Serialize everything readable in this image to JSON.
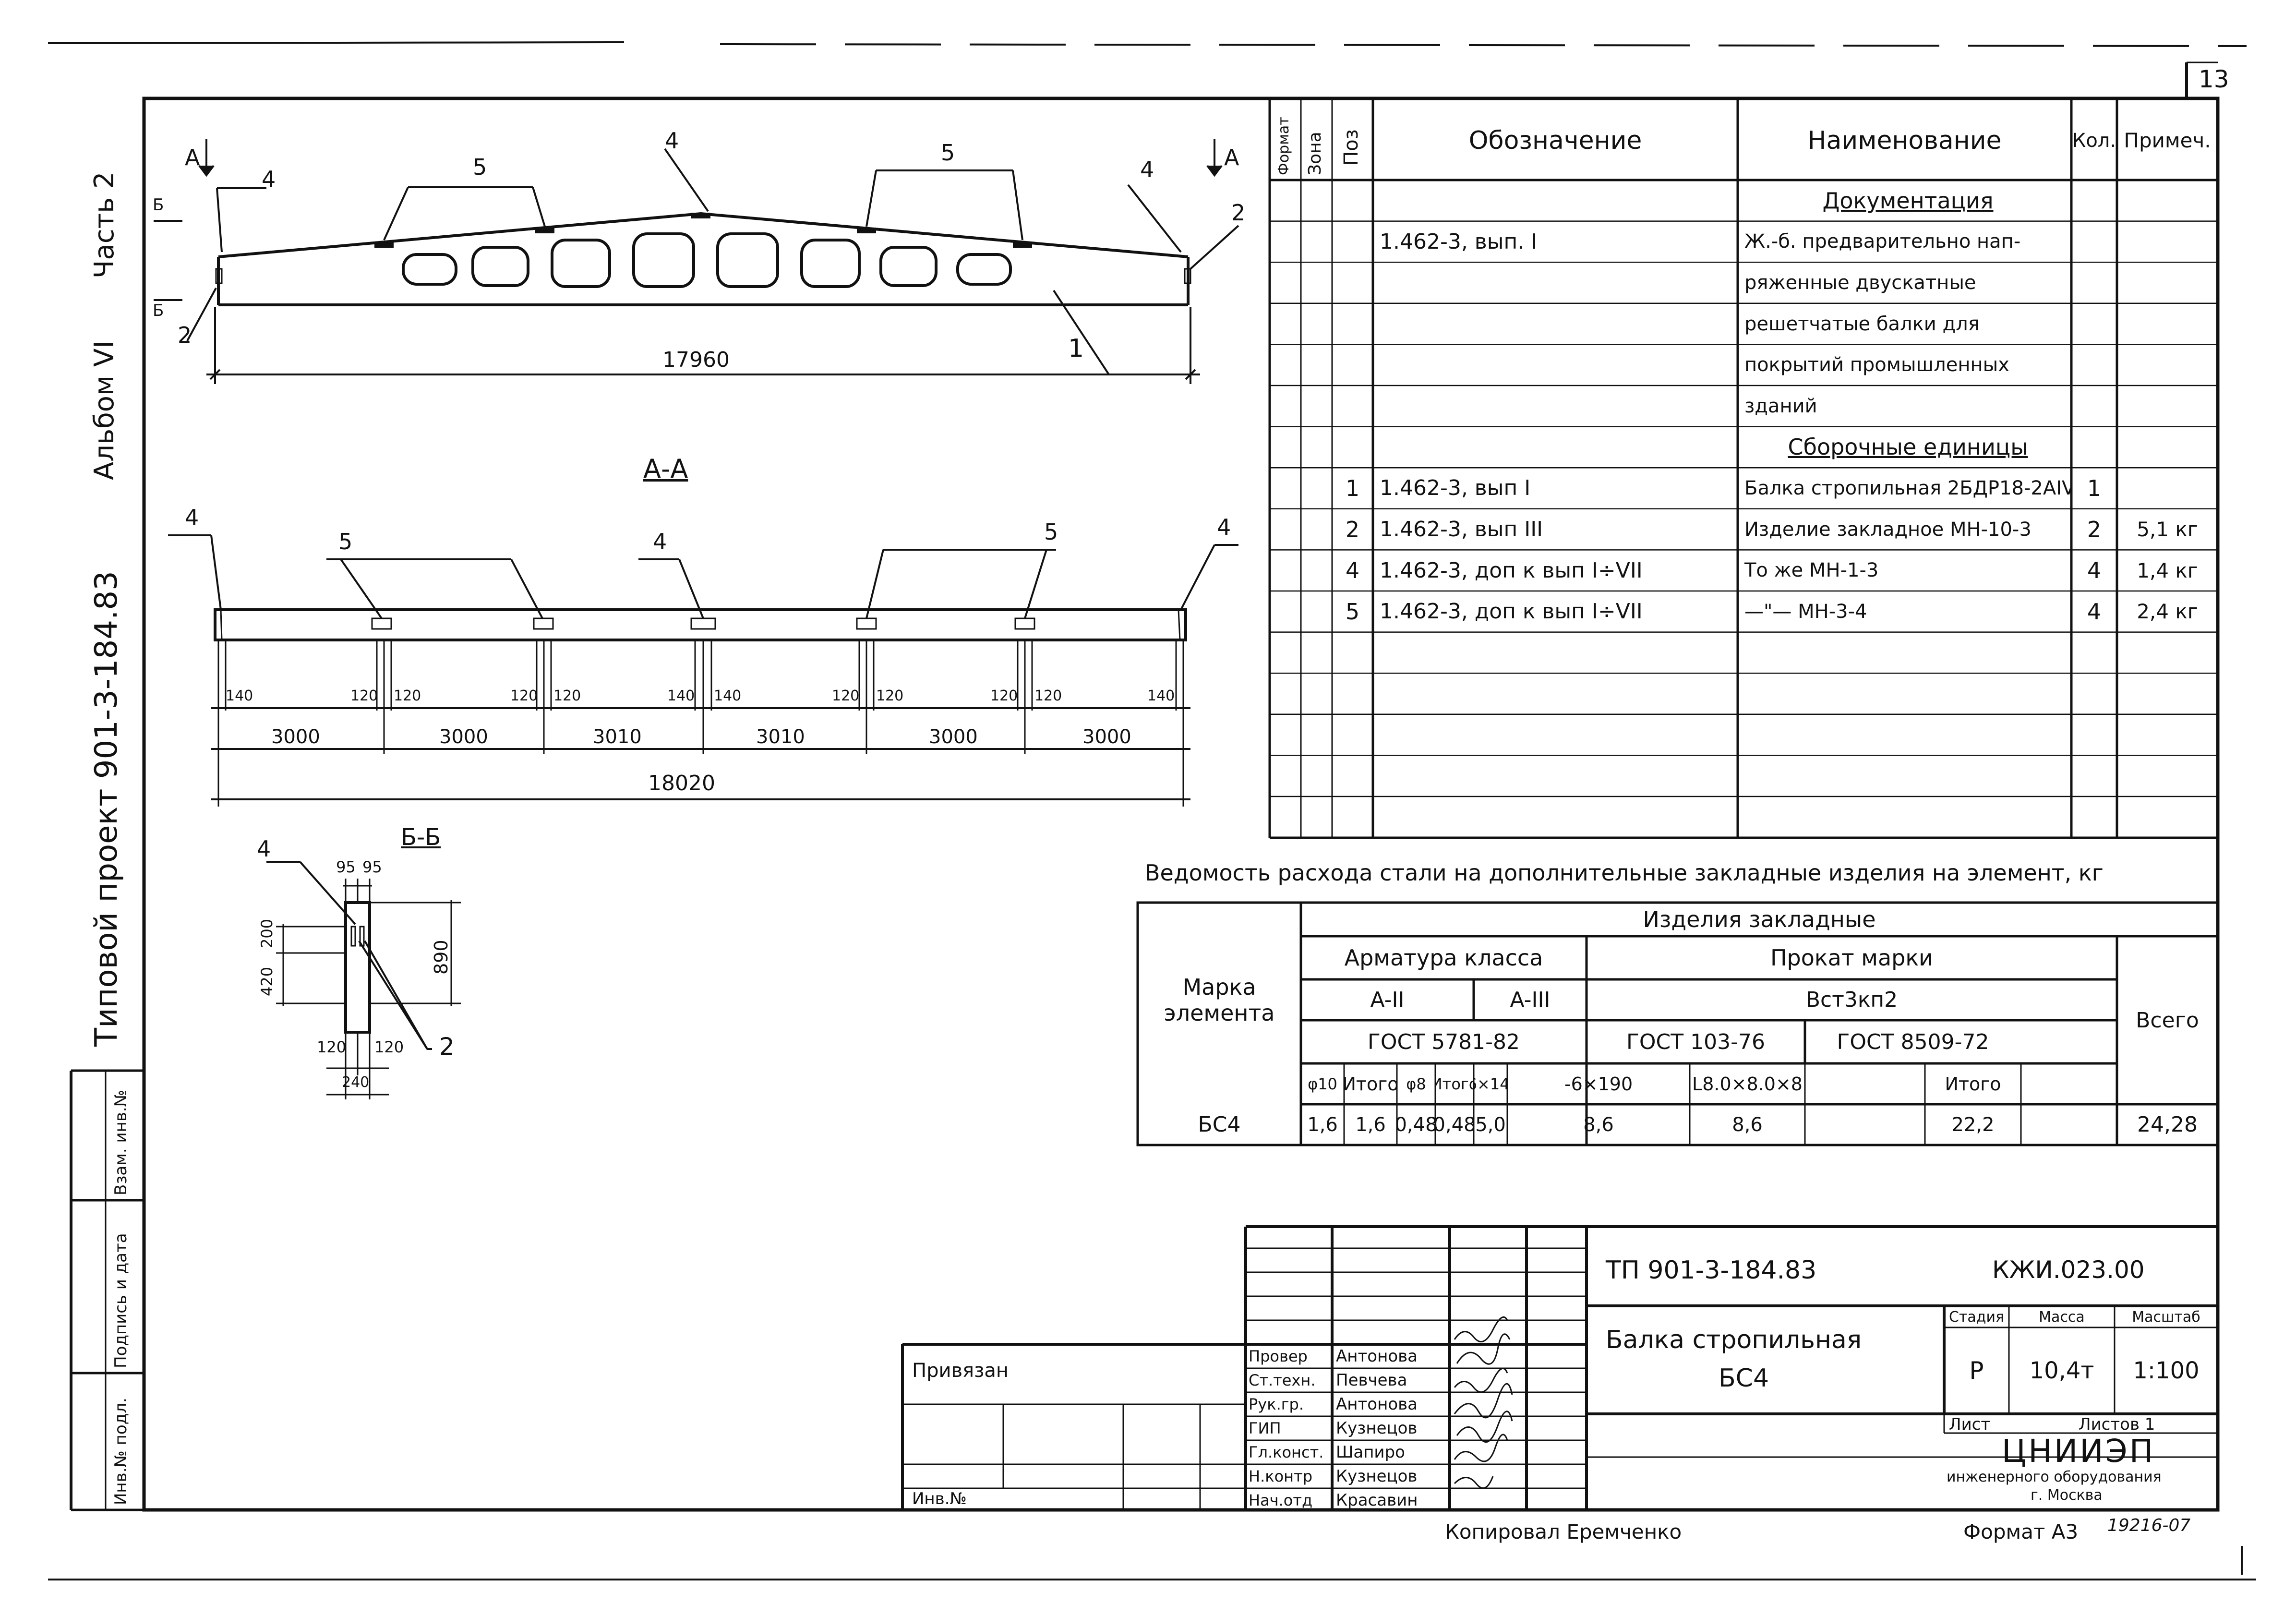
{
  "sheet_number": "13",
  "side_strip": {
    "part": "Часть 2",
    "album": "Альбом VI",
    "project": "Типовой проект 901-3-184.83",
    "cells": [
      "Взам. инв.№",
      "Подпись и дата",
      "Инв.№ подл."
    ]
  },
  "elevation": {
    "section_mark": "А",
    "mark_b": "Б",
    "length": "17960",
    "positions": [
      "4",
      "5",
      "4",
      "5",
      "4",
      "2",
      "2",
      "1"
    ]
  },
  "section_aa": {
    "title": "А-А",
    "labels": [
      "4",
      "5",
      "4",
      "5",
      "4"
    ],
    "small_dims": [
      "140",
      "120",
      "120",
      "120",
      "120",
      "140",
      "140",
      "120",
      "120",
      "120",
      "120",
      "140"
    ],
    "spans": [
      "3000",
      "3000",
      "3010",
      "3010",
      "3000",
      "3000"
    ],
    "total": "18020"
  },
  "section_bb": {
    "title": "Б-Б",
    "label_4": "4",
    "label_2": "2",
    "top_dims": [
      "95",
      "95"
    ],
    "dim_200": "200",
    "dim_420": "420",
    "dim_890": "890",
    "bottom_dims": [
      "120",
      "120"
    ],
    "width": "240"
  },
  "spec_table": {
    "headers": {
      "format": "Формат",
      "zone": "Зона",
      "pos": "Поз",
      "designation": "Обозначение",
      "name": "Наименование",
      "qty": "Кол.",
      "note": "Примеч."
    },
    "rows": [
      {
        "pos": "",
        "designation": "",
        "name": "Документация",
        "qty": "",
        "note": "",
        "underline": true
      },
      {
        "pos": "",
        "designation": "1.462-3, вып. I",
        "name": "Ж.-б. предварительно нап-",
        "qty": "",
        "note": ""
      },
      {
        "pos": "",
        "designation": "",
        "name": "ряженные двускатные",
        "qty": "",
        "note": ""
      },
      {
        "pos": "",
        "designation": "",
        "name": "решетчатые балки для",
        "qty": "",
        "note": ""
      },
      {
        "pos": "",
        "designation": "",
        "name": "покрытий промышленных",
        "qty": "",
        "note": ""
      },
      {
        "pos": "",
        "designation": "",
        "name": "зданий",
        "qty": "",
        "note": ""
      },
      {
        "pos": "",
        "designation": "",
        "name": "Сборочные единицы",
        "qty": "",
        "note": "",
        "underline": true
      },
      {
        "pos": "1",
        "designation": "1.462-3, вып I",
        "name": "Балка стропильная 2БДР18-2АIV",
        "qty": "1",
        "note": ""
      },
      {
        "pos": "2",
        "designation": "1.462-3, вып III",
        "name": "Изделие закладное МН-10-3",
        "qty": "2",
        "note": "5,1 кг"
      },
      {
        "pos": "4",
        "designation": "1.462-3, доп к вып I÷VII",
        "name": "То же МН-1-3",
        "qty": "4",
        "note": "1,4 кг"
      },
      {
        "pos": "5",
        "designation": "1.462-3, доп к вып I÷VII",
        "name": "—\"— МН-3-4",
        "qty": "4",
        "note": "2,4 кг"
      },
      {
        "pos": "",
        "designation": "",
        "name": "",
        "qty": "",
        "note": ""
      },
      {
        "pos": "",
        "designation": "",
        "name": "",
        "qty": "",
        "note": ""
      },
      {
        "pos": "",
        "designation": "",
        "name": "",
        "qty": "",
        "note": ""
      },
      {
        "pos": "",
        "designation": "",
        "name": "",
        "qty": "",
        "note": ""
      },
      {
        "pos": "",
        "designation": "",
        "name": "",
        "qty": "",
        "note": ""
      }
    ]
  },
  "steel_table": {
    "title": "Ведомость расхода стали на дополнительные закладные изделия на элемент, кг",
    "mark_header": "Марка элемента",
    "group_header": "Изделия закладные",
    "rebar_header": "Арматура класса",
    "rolled_header": "Прокат марки",
    "a2": "A-II",
    "a3": "A-III",
    "steel_grade": "Вст3кп2",
    "gost1": "ГОСТ 5781-82",
    "gost2": "ГОСТ 103-76",
    "gost3": "ГОСТ 8509-72",
    "total_header": "Всего",
    "sub_headers": [
      "φ10",
      "Итого",
      "φ8",
      "Итого",
      "-6×140",
      "-6×190",
      "L8.0×8.0×8",
      "",
      "Итого"
    ],
    "row": {
      "mark": "БС4",
      "values": [
        "1,6",
        "1,6",
        "0,48",
        "0,48",
        "5,0",
        "8,6",
        "8,6",
        "",
        "22,2"
      ],
      "total": "24,28"
    }
  },
  "title_block": {
    "doc_code": "ТП 901-3-184.83",
    "sheet_code": "КЖИ.023.00",
    "title": "Балка стропильная",
    "subtitle": "БС4",
    "stage_label": "Стадия",
    "mass_label": "Масса",
    "scale_label": "Масштаб",
    "stage": "Р",
    "mass": "10,4т",
    "scale": "1:100",
    "sheet_label": "Лист",
    "sheets_label": "Листов 1",
    "org": "ЦНИИЭП",
    "org_sub": "инженерного оборудования",
    "org_city": "г. Москва",
    "attached": "Привязан",
    "inv": "Инв.№",
    "roles": [
      "Провер",
      "Ст.техн.",
      "Рук.гр.",
      "ГИП",
      "Гл.конст.",
      "Н.контр",
      "Нач.отд"
    ],
    "names": [
      "Антонова",
      "Певчева",
      "Антонова",
      "Кузнецов",
      "Шапиро",
      "Кузнецов",
      "Красавин"
    ]
  },
  "footer": {
    "copied": "Копировал Еремченко",
    "format": "Формат А3",
    "stamp": "19216-07"
  }
}
